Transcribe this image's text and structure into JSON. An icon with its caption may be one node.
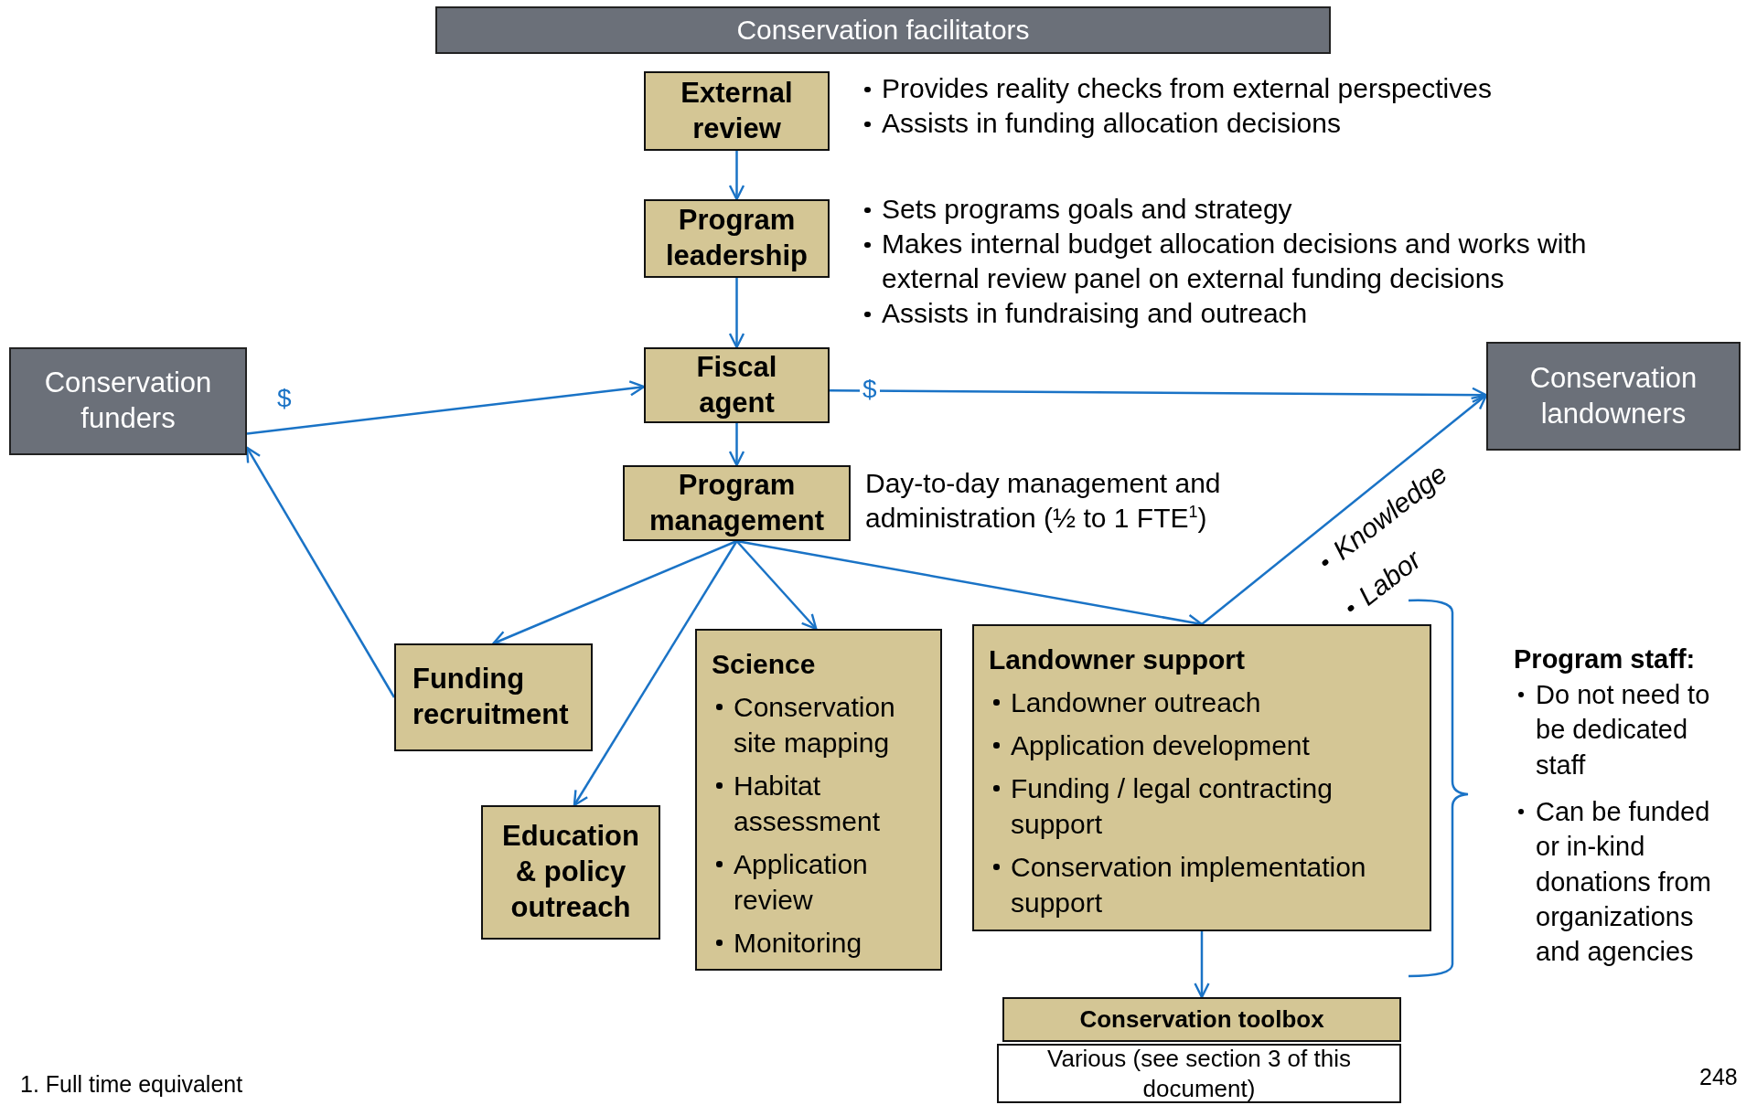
{
  "diagram": {
    "nodes": [
      {
        "text": [
          "Conservation facilitators"
        ]
      },
      {
        "text": [
          "External review"
        ],
        "beside": [
          "Provides reality checks from external perspectives",
          "Assists in funding allocation decisions"
        ]
      },
      {
        "text": [
          "Program leadership"
        ],
        "beside": [
          "Sets programs goals and strategy",
          "Makes internal budget allocation decisions and works with external review panel on external funding decisions",
          "Assists in fundraising and outreach"
        ]
      },
      {
        "text": [
          "Fiscal agent"
        ]
      },
      {
        "text": [
          "Program management"
        ],
        "beside": [
          "Day-to-day management and administration  (½ to 1 FTE$^{1}$)"
        ]
      },
      {
        "text": [
          "Conservation funders"
        ]
      },
      {
        "text": [
          "Conservation landowners"
        ]
      },
      {
        "text": [
          "Funding recruitment"
        ]
      },
      {
        "text": [
          "Education & policy outreach"
        ]
      },
      {
        "text": [
          "Science",
          "Conservation site mapping",
          "Habitat assessment",
          "Application review",
          "Monitoring"
        ]
      },
      {
        "text": [
          "Landowner support",
          "Landowner outreach",
          "Application development",
          "Funding / legal contracting support",
          "Conservation implementation support"
        ]
      },
      {
        "text": [
          "Conservation toolbox"
        ]
      },
      {
        "text": [
          "Various (see section 3 of this document)"
        ]
      }
    ],
    "edges": [
      {
        "from": 1,
        "to": 2,
        "arrow": "to"
      },
      {
        "from": 2,
        "to": 3,
        "arrow": "to"
      },
      {
        "from": 5,
        "to": 3,
        "arrow": "to",
        "label": "$"
      },
      {
        "from": 3,
        "to": 6,
        "arrow": "to",
        "label": "$"
      },
      {
        "from": 3,
        "to": 4,
        "arrow": "to"
      },
      {
        "from": 4,
        "to": 7,
        "arrow": "to"
      },
      {
        "from": 4,
        "to": 8,
        "arrow": "to"
      },
      {
        "from": 4,
        "to": 9,
        "arrow": "to"
      },
      {
        "from": 4,
        "to": 10,
        "arrow": "to"
      },
      {
        "from": 7,
        "to": 5,
        "arrow": "to"
      },
      {
        "from": 10,
        "to": 6,
        "arrow": "to"
      },
      {
        "from": 10,
        "to": 11,
        "arrow": "to"
      }
    ],
    "labels": [
      "Knowledge",
      "Labor",
      "Program staff:",
      "Do not need to be dedicated staff",
      "Can be funded or in-kind donations from organizations and agencies",
      "1. Full time equivalent",
      "248"
    ]
  }
}
